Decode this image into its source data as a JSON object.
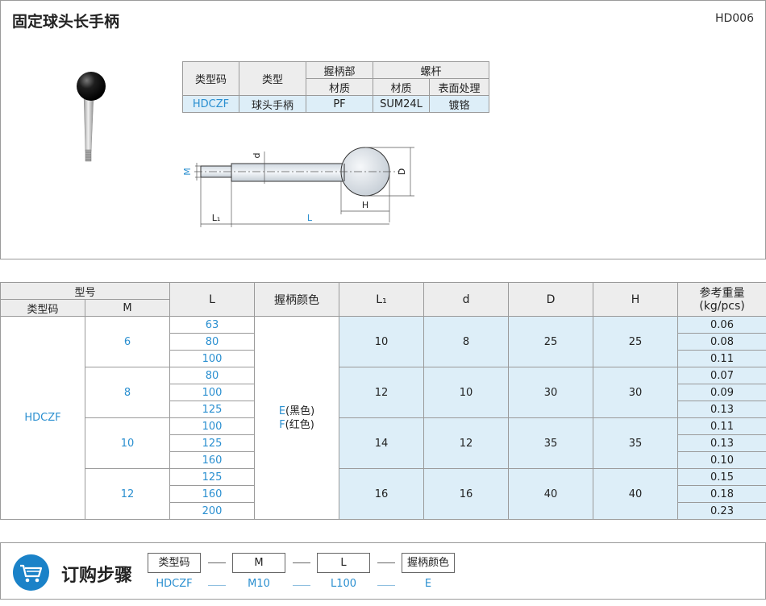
{
  "header": {
    "title": "固定球头长手柄",
    "code": "HD006"
  },
  "material_table": {
    "head_row1": [
      "类型码",
      "类型",
      "握柄部",
      "螺杆"
    ],
    "head_row2": [
      "材质",
      "材质",
      "表面处理"
    ],
    "values": [
      "HDCZF",
      "球头手柄",
      "PF",
      "SUM24L",
      "镀铬"
    ]
  },
  "drawing_labels": {
    "M": "M",
    "d": "d",
    "D": "D",
    "H": "H",
    "L1": "L₁",
    "L": "L"
  },
  "spec_table": {
    "head": {
      "model": "型号",
      "type_code": "类型码",
      "M": "M",
      "L": "L",
      "color": "握柄颜色",
      "L1": "L₁",
      "d": "d",
      "D": "D",
      "H": "H",
      "weight": "参考重量\n(kg/pcs)"
    },
    "type_code": "HDCZF",
    "color_E": "E",
    "color_E_text": "(黑色)",
    "color_F": "F",
    "color_F_text": "(红色)",
    "groups": [
      {
        "M": "6",
        "L": [
          "63",
          "80",
          "100"
        ],
        "L1": "10",
        "d": "8",
        "D": "25",
        "H": "25",
        "weights": [
          "0.06",
          "0.08",
          "0.11"
        ]
      },
      {
        "M": "8",
        "L": [
          "80",
          "100",
          "125"
        ],
        "L1": "12",
        "d": "10",
        "D": "30",
        "H": "30",
        "weights": [
          "0.07",
          "0.09",
          "0.13"
        ]
      },
      {
        "M": "10",
        "L": [
          "100",
          "125",
          "160"
        ],
        "L1": "14",
        "d": "12",
        "D": "35",
        "H": "35",
        "weights": [
          "0.11",
          "0.13",
          "0.10"
        ]
      },
      {
        "M": "12",
        "L": [
          "125",
          "160",
          "200"
        ],
        "L1": "16",
        "d": "16",
        "D": "40",
        "H": "40",
        "weights": [
          "0.15",
          "0.18",
          "0.23"
        ]
      }
    ]
  },
  "order": {
    "title": "订购步骤",
    "steps": [
      "类型码",
      "M",
      "L",
      "握柄颜色"
    ],
    "example": [
      "HDCZF",
      "M10",
      "L100",
      "E"
    ]
  },
  "colors": {
    "accent_blue": "#2a8fd0",
    "cell_blue": "#ddeef8",
    "header_gray": "#ededed"
  }
}
